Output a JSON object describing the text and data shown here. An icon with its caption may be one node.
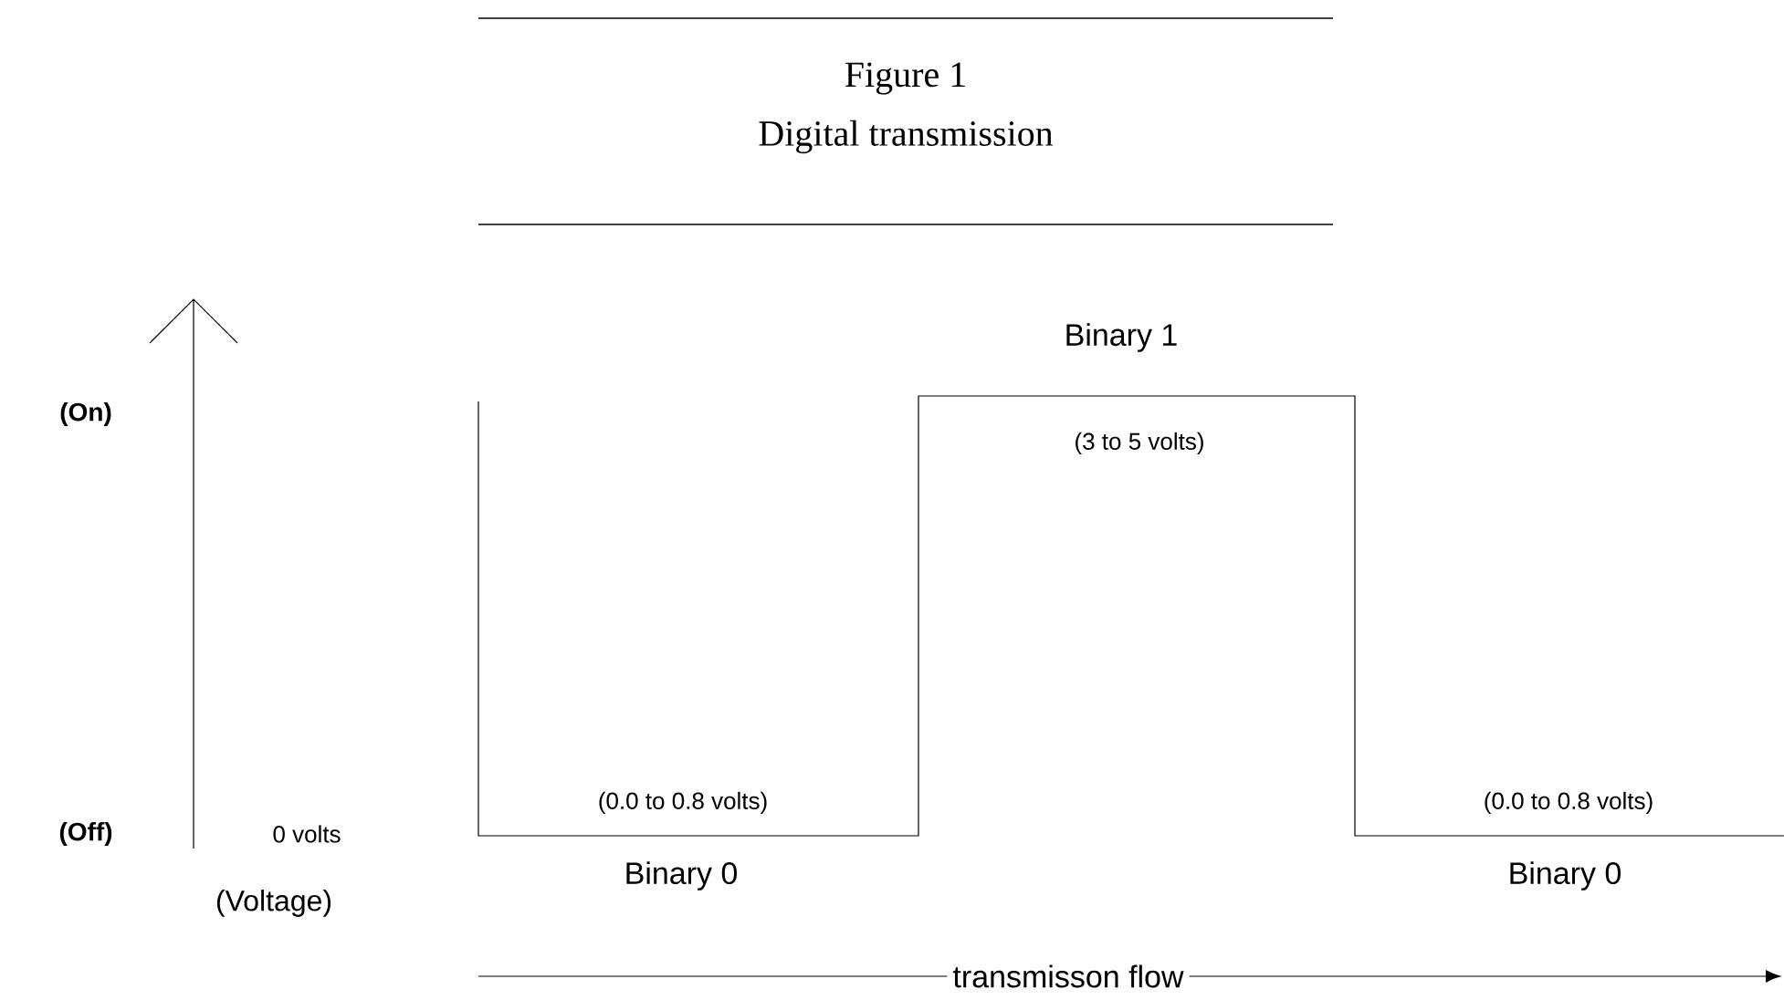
{
  "diagram": {
    "title": "Digital transmission",
    "labels": [
      "Figure 1",
      "Binary 1",
      "(On)",
      "(3 to 5 volts)",
      "(Off)",
      "0 volts",
      "(0.0 to 0.8 volts)",
      "(0.0 to 0.8 volts)",
      "(Voltage)",
      "Binary 0",
      "Binary 0",
      "transmisson flow"
    ]
  }
}
